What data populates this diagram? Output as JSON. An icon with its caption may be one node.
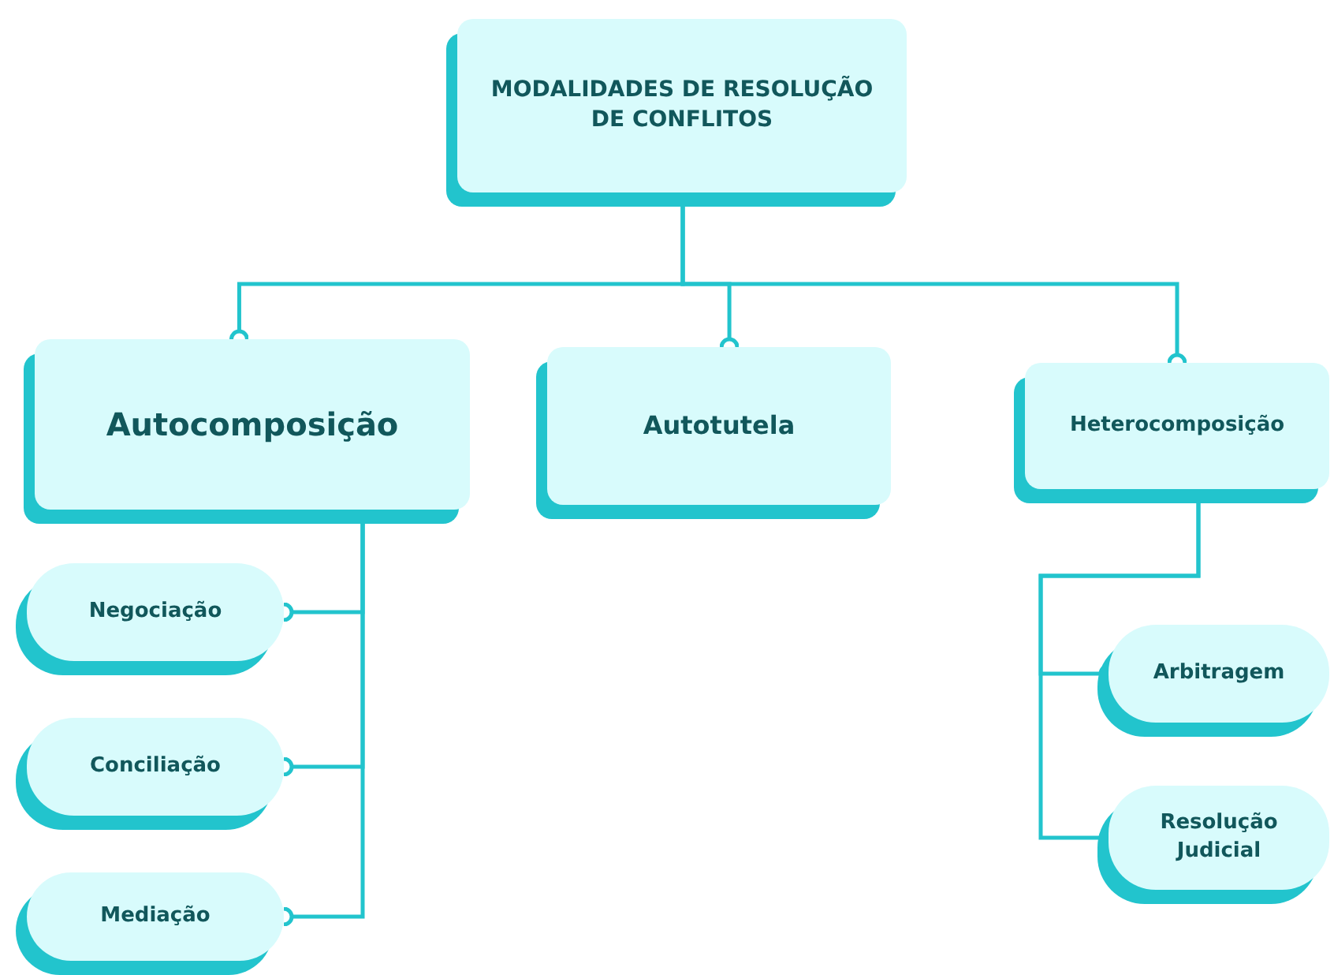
{
  "diagram": {
    "nodes": [
      {
        "text": [
          "MODALIDADES DE RESOLUÇÃO DE CONFLITOS"
        ]
      },
      {
        "text": [
          "Autocomposição"
        ]
      },
      {
        "text": [
          "Autotutela"
        ]
      },
      {
        "text": [
          "Heterocomposição"
        ]
      },
      {
        "text": [
          "Negociação"
        ]
      },
      {
        "text": [
          "Conciliação"
        ]
      },
      {
        "text": [
          "Mediação"
        ]
      },
      {
        "text": [
          "Arbitragem"
        ]
      },
      {
        "text": [
          "Resolução Judicial"
        ]
      }
    ],
    "edges": [
      {
        "from": 0,
        "to": 1,
        "arrow": "other"
      },
      {
        "from": 0,
        "to": 2,
        "arrow": "other"
      },
      {
        "from": 0,
        "to": 3,
        "arrow": "other"
      },
      {
        "from": 1,
        "to": 4,
        "arrow": "other"
      },
      {
        "from": 1,
        "to": 5,
        "arrow": "other"
      },
      {
        "from": 1,
        "to": 6,
        "arrow": "other"
      },
      {
        "from": 3,
        "to": 7,
        "arrow": "other"
      },
      {
        "from": 3,
        "to": 8,
        "arrow": "other"
      }
    ]
  }
}
